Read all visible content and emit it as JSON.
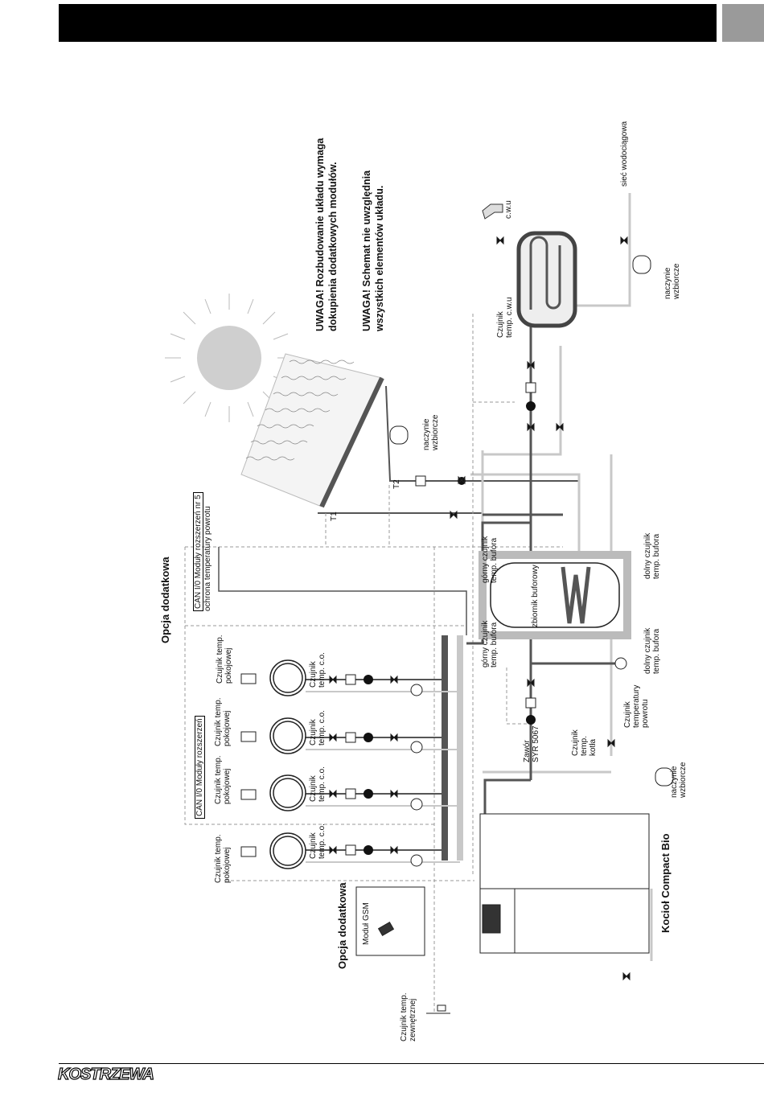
{
  "header": {
    "logo": "KOSTRZEWA"
  },
  "warnings": {
    "line1a": "UWAGA! Rozbudowanie układu wymaga",
    "line1b": "dokupienia  dodatkowych modułów.",
    "line2a": "UWAGA! Schemat nie uwzględnia",
    "line2b": "wszystkich elementów układu."
  },
  "labels": {
    "opcja_top": "Opcja dodatkowa",
    "opcja_bottom": "Opcja dodatkowa",
    "can_module5_a": "CAN I/0 Moduły rozszerzeń nr 5",
    "can_module5_b": "ochrona temperatury powrotu",
    "can_modules": "CAN I/0 Moduły rozszerzeń",
    "modul_gsm": "Moduł GSM",
    "boiler": "Kocioł Compact Bio",
    "room_sensor_a": "Czujnik temp.",
    "room_sensor_b": "pokojowej",
    "co_sensor_a": "Czujnik",
    "co_sensor_b": "temp. c.o.",
    "outdoor_a": "Czujnik temp.",
    "outdoor_b": "zewnętrznej",
    "buffer": "zbiornik buforowy",
    "upper_buffer_a": "górny czujnik",
    "upper_buffer_b": "temp. bufora",
    "lower_buffer_a": "dolny czujnik",
    "lower_buffer_b": "temp. bufora",
    "return_a": "Czujnik",
    "return_b": "temperatury",
    "return_c": "powrotu",
    "boiler_sensor_a": "Czujnik",
    "boiler_sensor_b": "temp.",
    "boiler_sensor_c": "kotła",
    "valve_a": "Zawór",
    "valve_b": "SYR 5067",
    "expansion_a": "naczynie",
    "expansion_b": "wzbiorcze",
    "cwu_sensor_a": "Czujnik",
    "cwu_sensor_b": "temp. c.w.u",
    "cwu": "c.w.u",
    "water_network": "sieć wodociągowa",
    "t1": "T1",
    "t2": "T2",
    "m": "M"
  },
  "colors": {
    "line_dark": "#555555",
    "line_light": "#c8c8c8",
    "ink": "#111111"
  }
}
